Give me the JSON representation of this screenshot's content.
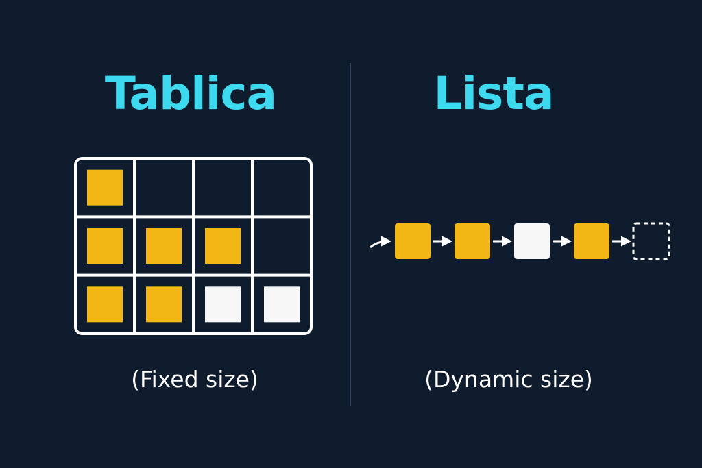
{
  "colors": {
    "background": "#0f1c2e",
    "title": "#3dd9ee",
    "caption": "#ffffff",
    "divider": "#34465e",
    "grid_line": "#ffffff",
    "filled": "#f2b714",
    "white": "#f7f7f7",
    "empty_outline": "#ffffff"
  },
  "left_panel": {
    "title": "Tablica",
    "caption": "(Fixed size)",
    "grid": {
      "rows": 3,
      "cols": 4,
      "cells": [
        [
          "filled",
          "empty",
          "empty",
          "empty"
        ],
        [
          "filled",
          "filled",
          "filled",
          "empty"
        ],
        [
          "filled",
          "filled",
          "white",
          "white"
        ]
      ]
    }
  },
  "right_panel": {
    "title": "Lista",
    "caption": "(Dynamic size)",
    "list": {
      "nodes": [
        "filled",
        "filled",
        "white",
        "filled",
        "empty-dashed"
      ],
      "has_entry_arrow": true
    }
  }
}
